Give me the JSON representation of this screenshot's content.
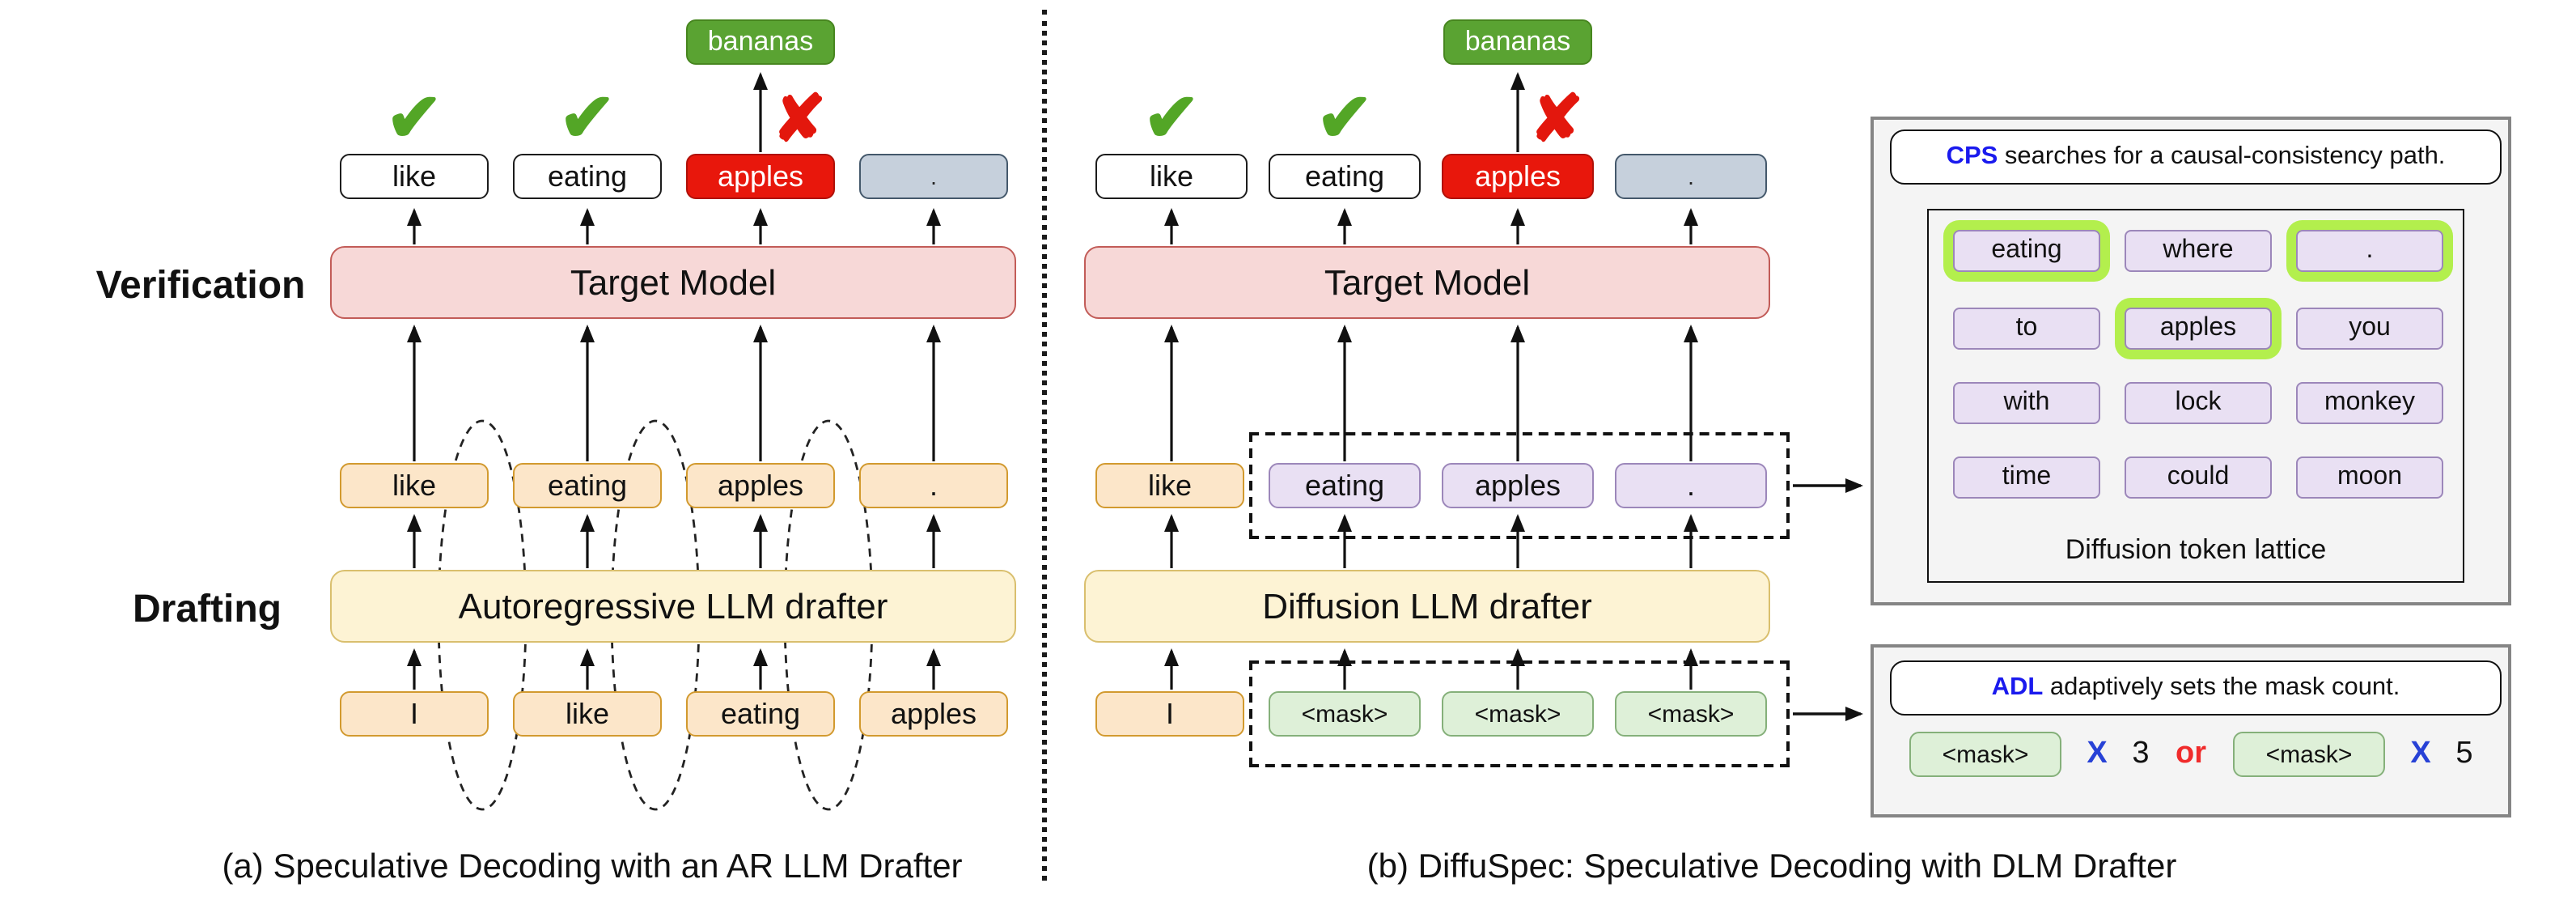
{
  "colors": {
    "accept-green": "#5aa332",
    "check-green": "#53a626",
    "cross-red": "#e3170d",
    "token-red": "#e8170c",
    "token-gray-fill": "#c6d0dc",
    "token-gray-border": "#44586b",
    "token-orange-fill": "#fce6c9",
    "token-orange-border": "#d29a2f",
    "target-fill": "#f7d8d7",
    "target-border": "#c25c58",
    "drafter-fill": "#fdf3d4",
    "drafter-border": "#d9bf6e",
    "token-purple-fill": "#e9e0f3",
    "token-purple-border": "#9c87ba",
    "mask-green-fill": "#def0d8",
    "mask-green-border": "#85b07a",
    "highlight-green": "#b3ef4d",
    "cps-blue": "#1a1aee",
    "or-red": "#f02b2b",
    "x-blue": "#2741d6",
    "panel-bg": "#f4f4f4",
    "panel-border": "#858585",
    "green-arrow": "#3db52b"
  },
  "icons": {
    "check_glyph": "✔",
    "cross_glyph": "✘"
  },
  "stage_labels": {
    "verification": "Verification",
    "drafting": "Drafting"
  },
  "panel_a": {
    "target_model_label": "Target Model",
    "drafter_label": "Autoregressive LLM drafter",
    "rejected_next_token": "bananas",
    "output_tokens": [
      "like",
      "eating",
      "apples",
      "."
    ],
    "draft_tokens": [
      "like",
      "eating",
      "apples",
      "."
    ],
    "input_tokens": [
      "I",
      "like",
      "eating",
      "apples"
    ],
    "caption": "(a) Speculative Decoding with an AR LLM Drafter"
  },
  "panel_b": {
    "target_model_label": "Target Model",
    "drafter_label": "Diffusion LLM drafter",
    "rejected_next_token": "bananas",
    "output_tokens": [
      "like",
      "eating",
      "apples",
      "."
    ],
    "draft_prefix_token": "like",
    "draft_window_tokens": [
      "eating",
      "apples",
      "."
    ],
    "input_prefix_token": "I",
    "input_mask_tokens": [
      "<mask>",
      "<mask>",
      "<mask>"
    ],
    "caption": "(b) DiffuSpec:  Speculative Decoding with DLM Drafter"
  },
  "cps_panel": {
    "title_strong": "CPS",
    "title_rest": " searches for a causal-consistency path.",
    "lattice_label": "Diffusion token lattice",
    "rows": [
      {
        "cells": [
          {
            "text": "eating",
            "highlighted": true
          },
          {
            "text": "where",
            "highlighted": false
          },
          {
            "text": ".",
            "highlighted": true
          }
        ]
      },
      {
        "cells": [
          {
            "text": "to",
            "highlighted": false
          },
          {
            "text": "apples",
            "highlighted": true
          },
          {
            "text": "you",
            "highlighted": false
          }
        ]
      },
      {
        "cells": [
          {
            "text": "with",
            "highlighted": false
          },
          {
            "text": "lock",
            "highlighted": false
          },
          {
            "text": "monkey",
            "highlighted": false
          }
        ]
      },
      {
        "cells": [
          {
            "text": "time",
            "highlighted": false
          },
          {
            "text": "could",
            "highlighted": false
          },
          {
            "text": "moon",
            "highlighted": false
          }
        ]
      }
    ]
  },
  "adl_panel": {
    "title_strong": "ADL",
    "title_rest": " adaptively sets the mask count.",
    "mask_token": "<mask>",
    "times_symbol": "X",
    "count_option_a": "3",
    "or_label": "or",
    "count_option_b": "5"
  }
}
